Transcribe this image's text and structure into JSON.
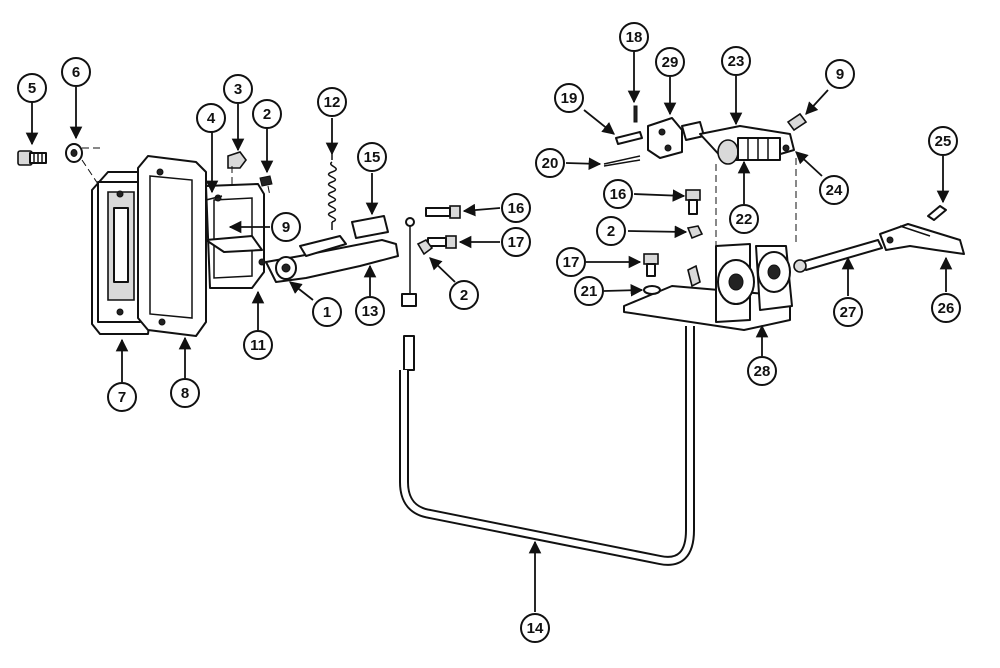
{
  "callouts": [
    {
      "label": "1"
    },
    {
      "label": "2"
    },
    {
      "label": "2"
    },
    {
      "label": "2"
    },
    {
      "label": "3"
    },
    {
      "label": "4"
    },
    {
      "label": "5"
    },
    {
      "label": "6"
    },
    {
      "label": "7"
    },
    {
      "label": "8"
    },
    {
      "label": "9"
    },
    {
      "label": "9"
    },
    {
      "label": "11"
    },
    {
      "label": "12"
    },
    {
      "label": "13"
    },
    {
      "label": "14"
    },
    {
      "label": "15"
    },
    {
      "label": "16"
    },
    {
      "label": "16"
    },
    {
      "label": "17"
    },
    {
      "label": "17"
    },
    {
      "label": "18"
    },
    {
      "label": "19"
    },
    {
      "label": "20"
    },
    {
      "label": "21"
    },
    {
      "label": "22"
    },
    {
      "label": "23"
    },
    {
      "label": "24"
    },
    {
      "label": "25"
    },
    {
      "label": "26"
    },
    {
      "label": "27"
    },
    {
      "label": "28"
    },
    {
      "label": "29"
    }
  ]
}
